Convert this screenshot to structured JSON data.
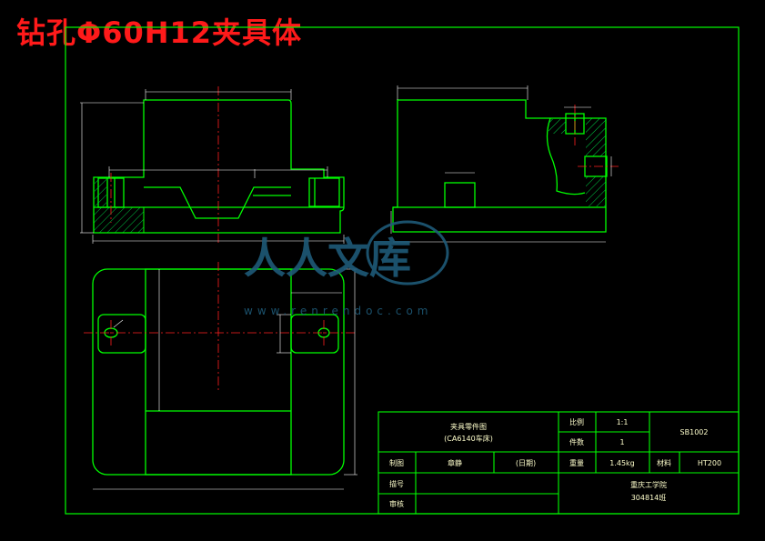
{
  "title": "钻孔Φ60H12夹具体",
  "watermark": {
    "text": "人人文库",
    "url": "www.renrendoc.com"
  },
  "title_block": {
    "part_name": "夹具零件图",
    "part_sub": "(CA6140车床)",
    "scale_label": "比例",
    "scale_value": "1:1",
    "drawing_no": "SB1002",
    "qty_label": "件数",
    "qty_value": "1",
    "drawn_label": "制图",
    "drawn_name": "章静",
    "date_label": "(日期)",
    "weight_label": "重量",
    "weight_value": "1.45kg",
    "material_label": "材料",
    "material_value": "HT200",
    "designer_label": "描号",
    "checker_label": "审核",
    "school": "重庆工学院",
    "class": "304814班"
  },
  "colors": {
    "outline": "#00ff00",
    "center": "#ff2020",
    "dim": "#ffffff",
    "hatch": "#00cc44",
    "text": "#ffffcc",
    "watermark": "#1e5a78"
  }
}
